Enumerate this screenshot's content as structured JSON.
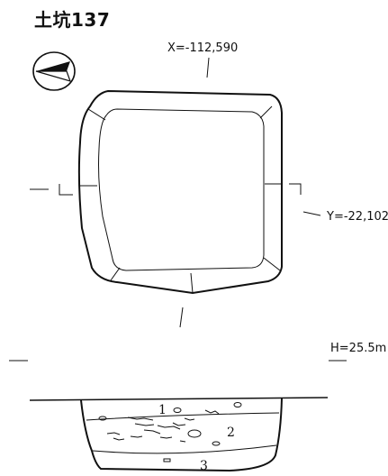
{
  "title": "土坑137",
  "coords": {
    "x_label": "X=-112,590",
    "y_label": "Y=-22,102",
    "h_label": "H=25.5m"
  },
  "layers": [
    "1",
    "2",
    "3"
  ],
  "icons": {
    "north_arrow": "north-arrow-icon"
  }
}
